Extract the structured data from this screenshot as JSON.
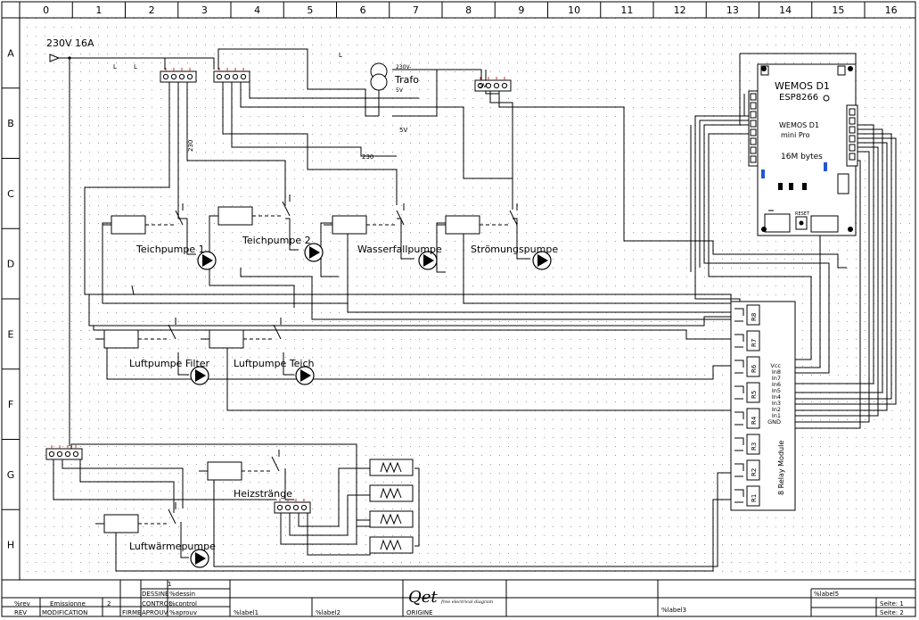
{
  "grid": {
    "columns": [
      "0",
      "1",
      "2",
      "3",
      "4",
      "5",
      "6",
      "7",
      "8",
      "9",
      "10",
      "11",
      "12",
      "13",
      "14",
      "15",
      "16"
    ],
    "rows": [
      "A",
      "B",
      "C",
      "D",
      "E",
      "F",
      "G",
      "H"
    ]
  },
  "supply": {
    "label": "230V 16A",
    "phase_mark": "L"
  },
  "transformer": {
    "label": "Trafo",
    "primary": "230V-",
    "secondary": "5V",
    "out_label": "5V"
  },
  "wire_labels": {
    "l1": "L",
    "l2": "L",
    "l3": "L",
    "v230a": "230",
    "v230b": "230",
    "low5v": "5V"
  },
  "terminal_5v": "5V",
  "controller": {
    "title": "WEMOS D1",
    "chip": "ESP8266",
    "model": "WEMOS D1",
    "variant": "mini Pro",
    "memory": "16M bytes",
    "reset": "RESET"
  },
  "relay_module": {
    "title": "8 Relay Module",
    "relays": [
      "R8",
      "R7",
      "R6",
      "R5",
      "R4",
      "R3",
      "R2",
      "R1"
    ],
    "pins": [
      "Vcc",
      "In8",
      "In7",
      "In6",
      "In5",
      "In4",
      "In3",
      "In2",
      "In1",
      "GND"
    ]
  },
  "loads": {
    "teichpumpe1": "Teichpumpe 1",
    "teichpumpe2": "Teichpumpe 2",
    "wasserfall": "Wasserfallpumpe",
    "stroemung": "Strömungspumpe",
    "luft_filter": "Luftpumpe Filter",
    "luft_teich": "Luftpumpe Teich",
    "heiz": "Heizstränge",
    "luftwaerme": "Luftwärmepumpe"
  },
  "titleblock": {
    "rev_col": "%rev",
    "rev_hdr": "REV",
    "emission": "Emissionne",
    "emission_num": "2",
    "modification": "MODIFICATION",
    "firme": "FIRME",
    "dessine": "DESSINE",
    "dessin_val": "%dessin",
    "controle": "CONTROL",
    "control_val": "%control",
    "aprouv": "APROUV",
    "aprouv_val": "%aprouv",
    "label1": "%label1",
    "label2": "%label2",
    "origine": "ORIGINE",
    "sheet_one": "1",
    "label3": "%label3",
    "label5": "%label5",
    "page_label_1": "Seite: 1",
    "page_label_2": "Seite: 2",
    "logo_text": "Qet",
    "logo_sub": "free electrical diagram"
  }
}
